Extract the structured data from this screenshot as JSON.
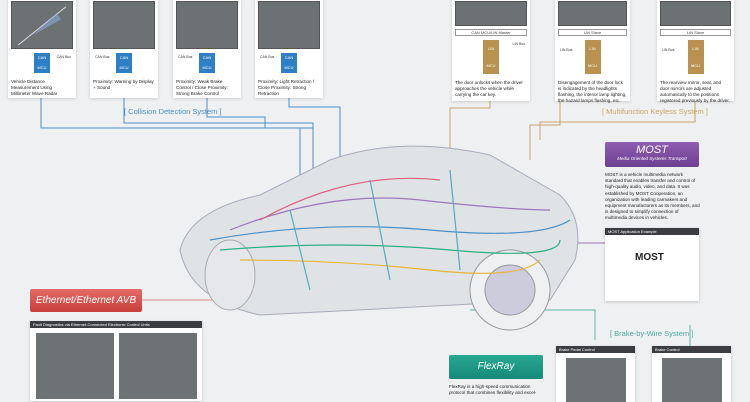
{
  "collision": {
    "label": "[ Collision Detection System ]",
    "cards": [
      {
        "caption": "Vehicle Distance Measurement Using Millimeter Wave Radar",
        "bus": "CAN Bus",
        "mcu": "CAN MCU"
      },
      {
        "caption": "Proximity: Warning by Display + Sound",
        "bus": "CAN Bus",
        "mcu": "CAN MCU"
      },
      {
        "caption": "Proximity: Weak Brake Control / Close Proximity: Strong Brake Control",
        "bus": "CAN Bus",
        "mcu": "CAN MCU"
      },
      {
        "caption": "Proximity: Light Retraction / Close Proximity: Strong Retraction",
        "bus": "CAN Bus",
        "mcu": "CAN MCU"
      }
    ]
  },
  "keyless": {
    "label": "[ Multifunction Keyless System ]",
    "cards": [
      {
        "sub": "CAN MCU/LIN Master",
        "mcu": "LIN MCU",
        "bus": "LIN Bus",
        "caption": "The door unlocks when the driver approaches the vehicle while carrying the car key."
      },
      {
        "sub": "LIN Slave",
        "mcu": "LIN MCU",
        "bus": "LIN Bus",
        "caption": "Disengagement of the door lock is indicated by the headlights flashing, the interior lamp lighting, the hazard lamps flashing, etc."
      },
      {
        "sub": "LIN Slave",
        "mcu": "LIN MCU",
        "bus": "LIN Bus",
        "caption": "The rearview mirror, seat, and door mirrors are adjusted automatically to the positions registered previously by the driver."
      }
    ]
  },
  "most": {
    "title": "MOST",
    "subtitle": "Media Oriented Systems Transport",
    "text": "MOST is a vehicle multimedia network standard that enables transfer and control of high-quality audio, video, and data. It was established by MOST Cooperation, an organization with leading carmakers and equipment manufacturers as its members, and is designed to simplify connection of multimedia devices in vehicles.",
    "example_header": "MOST Application Example",
    "logo": "MOST"
  },
  "ethernet": {
    "title": "Ethernet/Ethernet AVB",
    "panel_header": "Fault Diagnostics via Ethernet-Connected Electronic Control Units"
  },
  "flexray": {
    "title": "FlexRay",
    "text": "FlexRay is a high-speed communication protocol that combines flexibility and excel-"
  },
  "brake": {
    "label": "[ Brake-by-Wire System ]",
    "pedal": "Brake Pedal Control",
    "control": "Brake Control"
  },
  "colors": {
    "can": "#2f7fc4",
    "lin": "#b8924e",
    "most": "#7a4c9c",
    "ethernet": "#d9534f",
    "flexray": "#1f9c8a"
  }
}
